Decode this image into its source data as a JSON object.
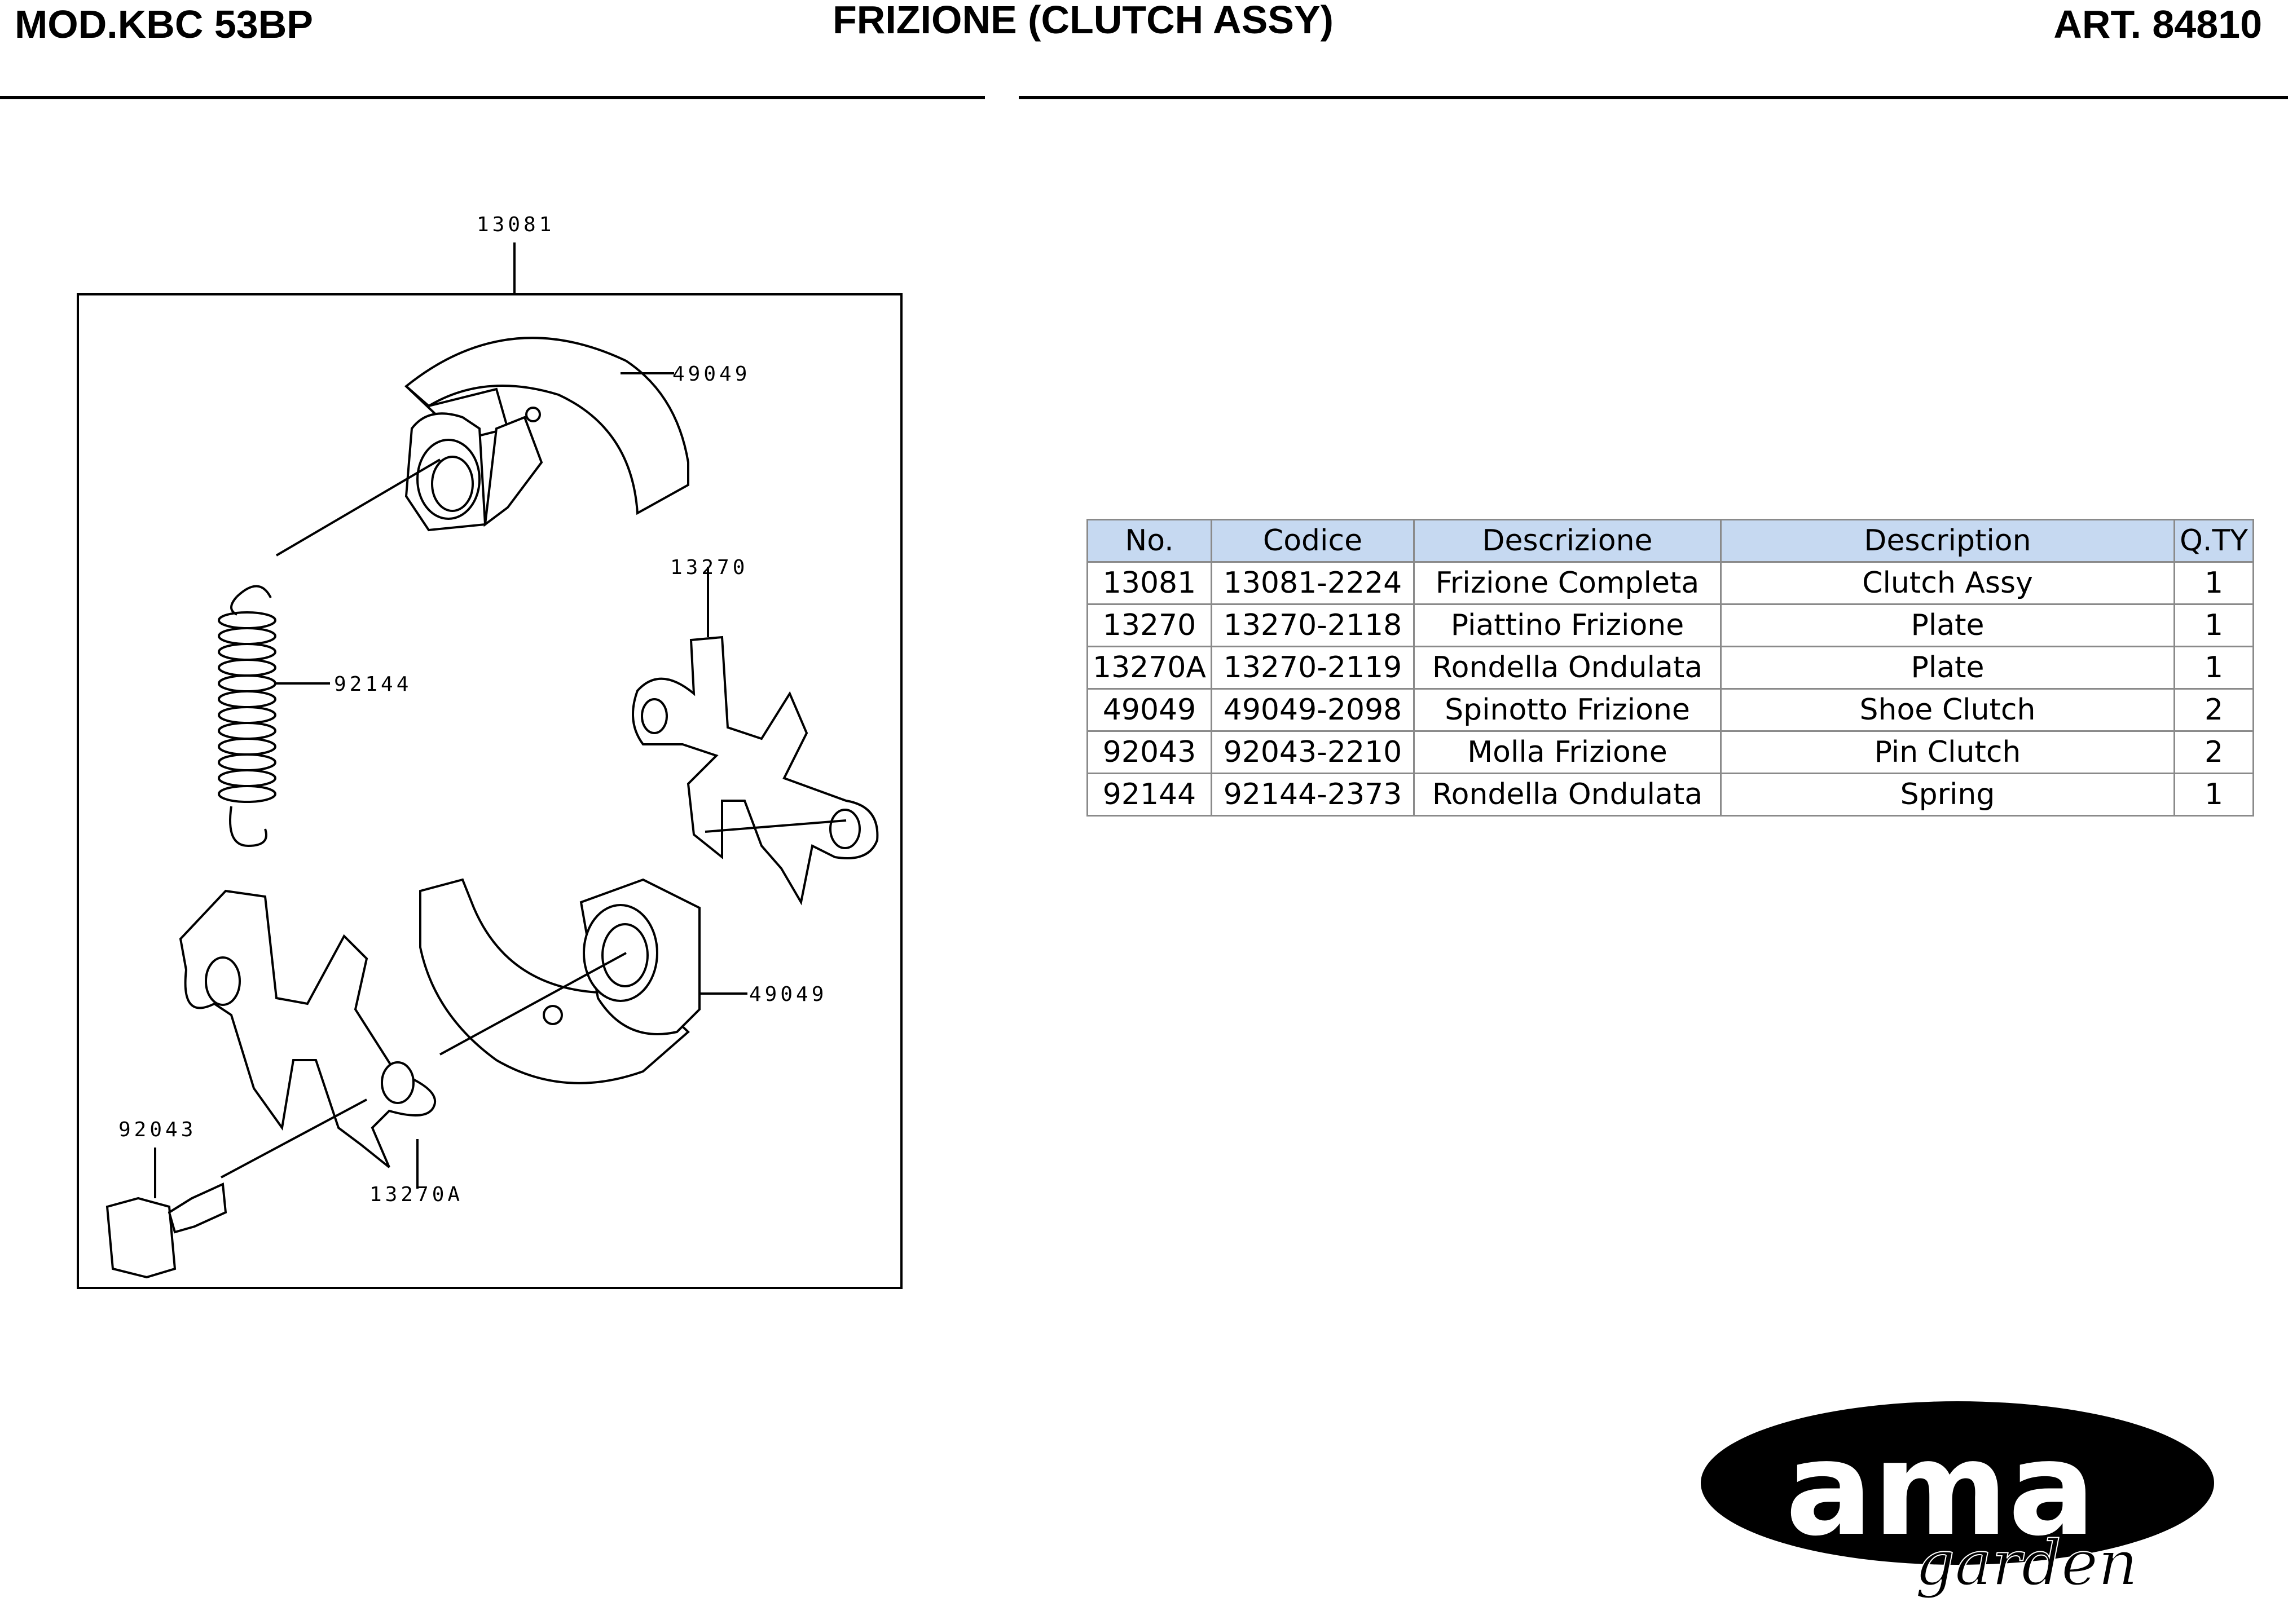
{
  "header": {
    "model": "MOD.KBC 53BP",
    "title": "FRIZIONE (CLUTCH ASSY)",
    "article": "ART. 84810"
  },
  "diagram": {
    "callouts": {
      "assy": "13081",
      "shoe_top": "49049",
      "plate_right": "13270",
      "spring": "92144",
      "shoe_bottom": "49049",
      "pin": "92043",
      "washer": "13270A"
    }
  },
  "table": {
    "headers": [
      "No.",
      "Codice",
      "Descrizione",
      "Description",
      "Q.TY"
    ],
    "rows": [
      [
        "13081",
        "13081-2224",
        "Frizione Completa",
        "Clutch Assy",
        "1"
      ],
      [
        "13270",
        "13270-2118",
        "Piattino Frizione",
        "Plate",
        "1"
      ],
      [
        "13270A",
        "13270-2119",
        "Rondella Ondulata",
        "Plate",
        "1"
      ],
      [
        "49049",
        "49049-2098",
        "Spinotto Frizione",
        "Shoe Clutch",
        "2"
      ],
      [
        "92043",
        "92043-2210",
        "Molla Frizione",
        "Pin Clutch",
        "2"
      ],
      [
        "92144",
        "92144-2373",
        "Rondella Ondulata",
        "Spring",
        "1"
      ]
    ]
  },
  "logo": {
    "brand": "ama",
    "sub": "garden",
    "icon": "ama-garden-logo-icon"
  }
}
